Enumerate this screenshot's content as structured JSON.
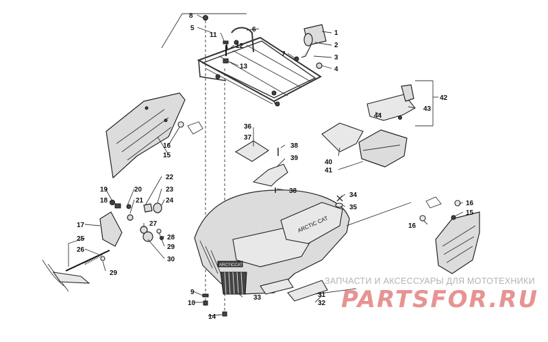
{
  "diagram": {
    "type": "exploded-parts-diagram",
    "callouts": [
      "1",
      "2",
      "3",
      "4",
      "5",
      "6",
      "7",
      "8",
      "9",
      "10",
      "11",
      "12",
      "13",
      "14",
      "15",
      "16",
      "16",
      "15",
      "16",
      "16",
      "17",
      "18",
      "19",
      "20",
      "21",
      "22",
      "23",
      "24",
      "25",
      "26",
      "27",
      "28",
      "29",
      "29",
      "30",
      "31",
      "32",
      "33",
      "34",
      "35",
      "36",
      "37",
      "38",
      "38",
      "39",
      "40",
      "41",
      "42",
      "43",
      "44"
    ],
    "badge_text": "ARCTIC CAT",
    "grille_text": "ARCTICCAT"
  },
  "watermark": {
    "caption": "ЗАПЧАСТИ И АКСЕССУАРЫ ДЛЯ МОТОТЕХНИКИ",
    "logo": "PARTSFOR.RU"
  }
}
